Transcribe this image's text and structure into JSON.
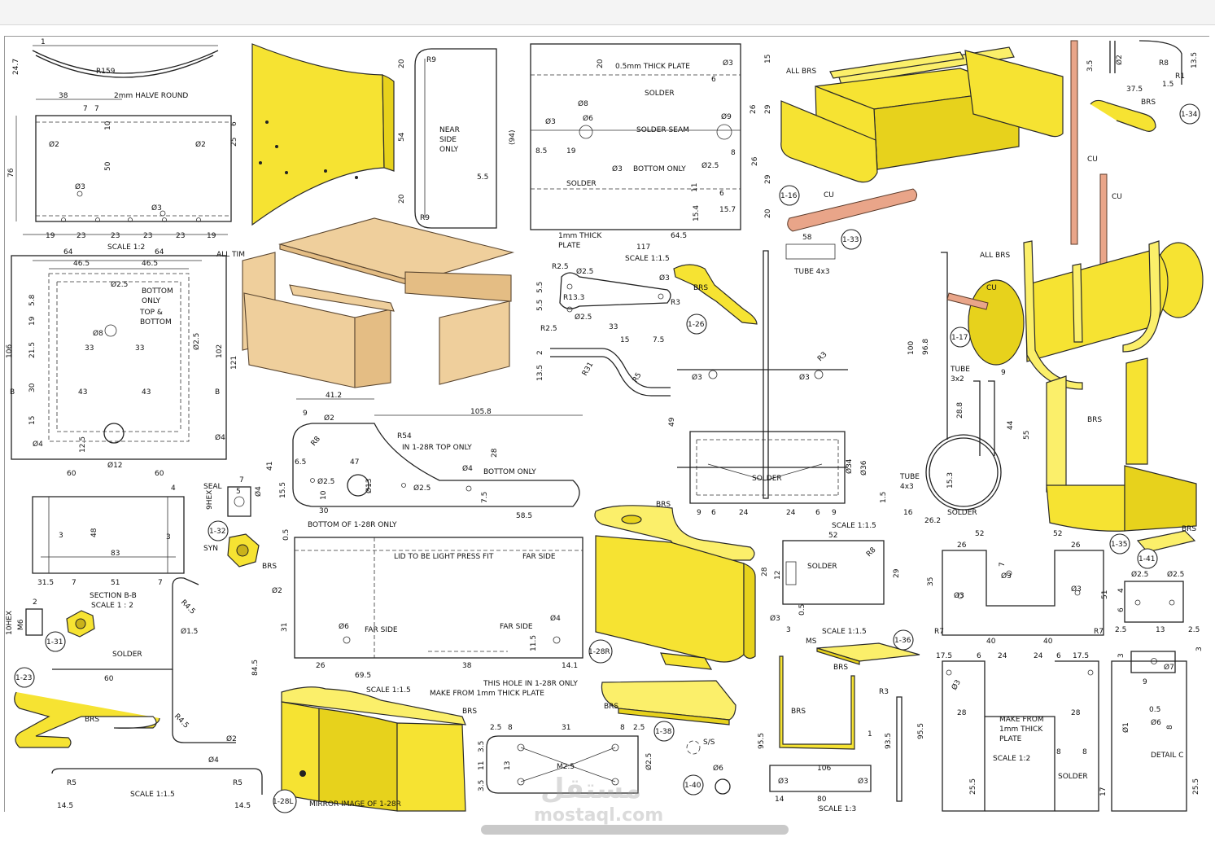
{
  "texts": {
    "halve_round": "2mm HALVE ROUND",
    "r159": "R159",
    "scale_12": "SCALE 1:2",
    "scale_1_2b": "SCALE 1 : 2",
    "scale_115a": "SCALE 1:1.5",
    "scale_115b": "SCALE 1:1.5",
    "scale_115c": "SCALE 1:1.5",
    "scale_115d": "SCALE 1:1.5",
    "scale_115e": "SCALE 1:1.5",
    "scale_13": "SCALE 1:3",
    "scale_12b": "SCALE 1:2",
    "near_side": "NEAR SIDE ONLY",
    "thin_plate": "0.5mm THICK PLATE",
    "solder": "SOLDER",
    "solder_seam": "SOLDER SEAM",
    "bottom_only": "BOTTOM ONLY",
    "one_mm_plate": "1mm THICK PLATE",
    "all_brs": "ALL BRS",
    "all_tim": "ALL TIM",
    "brs": "BRS",
    "cu": "CU",
    "tube_4x3": "TUBE 4x3",
    "tube_4x3b": "TUBE 4x3",
    "tube_3x2": "TUBE 3x2",
    "top_bottom": "TOP & BOTTOM",
    "bottom_only2": "BOTTOM ONLY",
    "in_top_only": "IN 1-28R TOP ONLY",
    "bottom_of": "BOTTOM OF 1-28R ONLY",
    "bottom_only3": "BOTTOM ONLY",
    "lid_fit": "LID TO BE LIGHT PRESS FIT",
    "far_side": "FAR SIDE",
    "far_side2": "FAR SIDE",
    "far_side3": "FAR SIDE",
    "this_hole": "THIS HOLE IN 1-28R ONLY",
    "make_from": "MAKE FROM 1mm THICK PLATE",
    "make_from2": "MAKE FROM 1mm THICK PLATE",
    "section_bb": "SECTION B-B",
    "seal": "SEAL",
    "hex9": "9HEX",
    "hex10": "10HEX",
    "syn": "SYN",
    "mirror": "MIRROR IMAGE OF 1-28R",
    "m25": "M2.5",
    "ss": "S/S",
    "ms": "MS",
    "detail_c": "DETAIL C"
  },
  "callouts": [
    "1-16",
    "1-33",
    "1-34",
    "1-26",
    "1-17",
    "1-32",
    "1-31",
    "1-23",
    "1-28R",
    "1-28L",
    "1-38",
    "1-40",
    "1-36",
    "1-35",
    "1-41"
  ],
  "dims": {
    "d24_7": "24.7",
    "d1": "1",
    "d38": "38",
    "d7a": "7",
    "d7b": "7",
    "d6": "6",
    "d25": "25",
    "d10": "10",
    "d50": "50",
    "d76": "76",
    "d5": "5",
    "d19a": "19",
    "d23a": "23",
    "d23b": "23",
    "d23c": "23",
    "d19b": "19",
    "phi2a": "Ø2",
    "phi2b": "Ø2",
    "phi3a": "Ø3",
    "phi3b": "Ø3",
    "d64a": "64",
    "d64b": "64",
    "d46_5a": "46.5",
    "d46_5b": "46.5",
    "d106": "106",
    "d102": "102",
    "d121": "121",
    "d33a": "33",
    "d33b": "33",
    "d43a": "43",
    "d43b": "43",
    "d60a": "60",
    "d60b": "60",
    "phi12": "Ø12",
    "d12_5": "12.5",
    "phi8": "Ø8",
    "phi2_5": "Ø2.5",
    "d21_5": "21.5",
    "d30": "30",
    "d15": "15",
    "d19c": "19",
    "d5_8": "5.8",
    "b_left": "B",
    "b_right": "B",
    "phi4a": "Ø4",
    "phi4b": "Ø4",
    "d2_5v": "Ø2.5",
    "d20a": "20",
    "d54": "54",
    "d20b": "20",
    "r9a": "R9",
    "r9b": "R9",
    "d5_5": "5.5",
    "d94": "(94)",
    "d8_5": "8.5",
    "d19d": "19",
    "d117": "117",
    "d64_5": "64.5",
    "d15_4": "15.4",
    "d15_7": "15.7",
    "d20c": "20",
    "phi8b": "Ø8",
    "phi6": "Ø6",
    "phi3c": "Ø3",
    "phi9": "Ø9",
    "phi3d": "Ø3",
    "phi2_5b": "Ø2.5",
    "phi3e": "Ø3",
    "d15b": "15",
    "d29a": "29",
    "d29b": "29",
    "d26a": "26",
    "d8a": "8",
    "d6b": "6",
    "d11": "11",
    "d4": "4",
    "d6c": "6",
    "d58": "58",
    "d37_5": "37.5",
    "d3_5": "3.5",
    "phi2c": "Ø2",
    "r8": "R8",
    "d13_5": "13.5",
    "d1_5": "1.5",
    "r1": "R1",
    "r2_5": "R2.5",
    "phi2_5c": "Ø2.5",
    "d5_5b": "5.5",
    "d5_5c": "5.5",
    "r13_3": "R13.3",
    "r2_5b": "R2.5",
    "phi2_5d": "Ø2.5",
    "d33c": "33",
    "phi3f": "Ø3",
    "r3": "R3",
    "d15c": "15",
    "d7_5": "7.5",
    "d2": "2",
    "d13_5b": "13.5",
    "r31": "R31",
    "r5": "R5",
    "d41_2": "41.2",
    "d105_8": "105.8",
    "d9": "9",
    "phi2d": "Ø2",
    "r8b": "R8",
    "r54": "R54",
    "d47": "47",
    "d41": "41",
    "d28": "28",
    "d6_5": "6.5",
    "phi2_5e": "Ø2.5",
    "phi13": "Ø13",
    "phi2_5f": "Ø2.5",
    "phi4c": "Ø4",
    "d15_5": "15.5",
    "d10b": "10",
    "d30b": "30",
    "d7_5b": "7.5",
    "d58_5": "58.5",
    "d0_5": "0.5",
    "phi2e": "Ø2",
    "d31": "31",
    "phi6b": "Ø6",
    "d26b": "26",
    "d69_5": "69.5",
    "d38b": "38",
    "d14_1": "14.1",
    "phi4d": "Ø4",
    "d11_5": "11.5",
    "d48": "48",
    "d83": "83",
    "d31_5": "31.5",
    "d7c": "7",
    "d51": "51",
    "d7d": "7",
    "d3a": "3",
    "d3b": "3",
    "d4b": "4",
    "d7e": "7",
    "d5b": "5",
    "phi4e": "Ø4",
    "m6": "M6",
    "d2b": "2",
    "r4_5": "R4.5",
    "phi1_5": "Ø1.5",
    "d60c": "60",
    "d84_5": "84.5",
    "r4_5b": "R4.5",
    "phi2f": "Ø2",
    "phi4f": "Ø4",
    "r5b": "R5",
    "r5c": "R5",
    "d14_5a": "14.5",
    "d14_5b": "14.5",
    "phi3g": "Ø3",
    "phi3h": "Ø3",
    "r3b": "R3",
    "d49": "49",
    "d9b": "9",
    "d6d": "6",
    "d24a": "24",
    "d24b": "24",
    "d6e": "6",
    "d9c": "9",
    "phi34": "Ø34",
    "phi36": "Ø36",
    "d100": "100",
    "d96_8": "96.8",
    "d9d": "9",
    "d44": "44",
    "d55": "55",
    "d28_8": "28.8",
    "d15_3": "15.3",
    "d1_5b": "1.5",
    "d16": "16",
    "d26_2": "26.2",
    "d52a": "52",
    "d28b": "28",
    "d12": "12",
    "d29c": "29",
    "r8c": "R8",
    "d0_5b": "0.5",
    "d3c": "3",
    "phi3i": "Ø3",
    "d52b": "52",
    "d52c": "52",
    "d26c": "26",
    "d26d": "26",
    "d35": "35",
    "d7f": "7",
    "phi3j": "Ø3",
    "phi3k": "Ø3",
    "phi3l": "Ø3",
    "d51b": "51",
    "r7": "R7",
    "r7b": "R7",
    "d40a": "40",
    "d40b": "40",
    "phi2_5g": "Ø2.5",
    "phi2_5h": "Ø2.5",
    "d6f": "6",
    "d4c": "4",
    "d2_5a": "2.5",
    "d13": "13",
    "d2_5b": "2.5",
    "d3d": "3",
    "d9e": "9",
    "phi7": "Ø7",
    "d0_5c": "0.5",
    "phi1": "Ø1",
    "phi6c": "Ø6",
    "d8b": "8",
    "d17_5": "17.5",
    "d6g": "6",
    "d24c": "24",
    "d24d": "24",
    "d6h": "6",
    "d17_5b": "17.5",
    "phi3m": "Ø3",
    "d28c": "28",
    "d28d": "28",
    "d95_5": "95.5",
    "d25_5": "25.5",
    "d8c": "8",
    "d8d": "8",
    "d17": "17",
    "d25_5b": "25.5",
    "d95_5b": "95.5",
    "d93_5": "93.5",
    "r3c": "R3",
    "d1b": "1",
    "d106b": "106",
    "d80": "80",
    "d14": "14",
    "phi3n": "Ø3",
    "phi3o": "Ø3",
    "d2_5c": "2.5",
    "d8e": "8",
    "d31b": "31",
    "d8f": "8",
    "d2_5d": "2.5",
    "d3_5b": "3.5",
    "d11b": "11",
    "d13b": "13",
    "d3_5c": "3.5",
    "phi2_5i": "Ø2.5",
    "phi6d": "Ø6",
    "phi2g": "Ø2",
    "d7g": "7",
    "d4d": "4",
    "d35b": "3",
    "d28e": "28",
    "d5c": "5"
  },
  "watermark": {
    "arabic": "مستقل",
    "latin": "mostaql.com"
  },
  "colors": {
    "yellow": "#f6e332",
    "wood": "#efcf9c",
    "copper": "#e9a589",
    "line": "#222222"
  }
}
